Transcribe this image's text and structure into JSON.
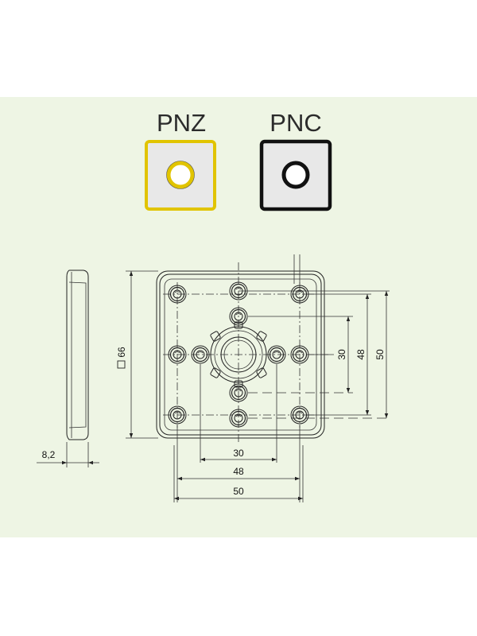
{
  "variants": [
    {
      "label": "PNZ",
      "frame_color": "#e1c400",
      "ring_color": "#e1c400"
    },
    {
      "label": "PNC",
      "frame_color": "#111111",
      "ring_color": "#111111"
    }
  ],
  "colors": {
    "panel_background": "#eef5e4",
    "face_background": "#e8e8e8",
    "line": "#222222"
  },
  "drawing": {
    "side_view": {
      "thickness_label": "8,2"
    },
    "front_view": {
      "overall_size_label": "66",
      "overall_size_symbol": "square",
      "horizontal_dimensions": [
        "30",
        "48",
        "50"
      ],
      "vertical_dimensions": [
        "30",
        "48",
        "50"
      ]
    }
  }
}
